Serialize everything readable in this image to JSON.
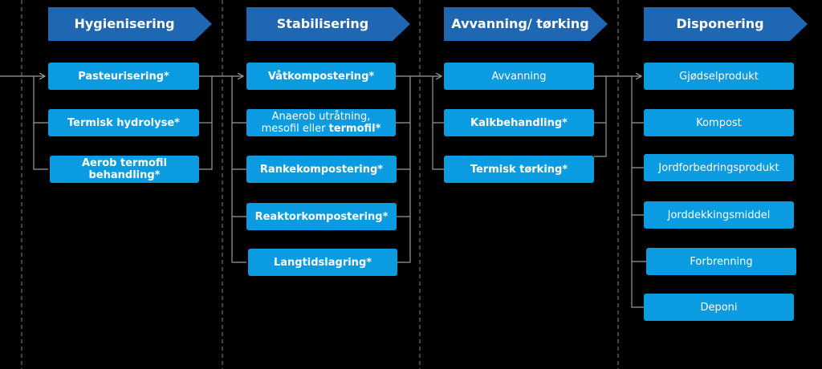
{
  "colors": {
    "background": "#000000",
    "header": "#1f66b3",
    "box": "#0b9be0",
    "text": "#ffffff",
    "connector": "#9a9a9a",
    "divider": "#8a8a8a"
  },
  "columns": [
    {
      "header": "Hygienisering",
      "items": [
        {
          "label": "Pasteurisering*",
          "bold": true
        },
        {
          "label": "Termisk hydrolyse*",
          "bold": true
        },
        {
          "label_line1": "Aerob termofil",
          "label_line2": "behandling*",
          "bold": true
        }
      ]
    },
    {
      "header": "Stabilisering",
      "items": [
        {
          "label": "Våtkompostering*",
          "bold": true
        },
        {
          "label_line1": "Anaerob utråtning,",
          "label_line2_normal": "mesofil eller ",
          "label_line2_bold": "termofil*",
          "bold": false
        },
        {
          "label": "Rankekompostering*",
          "bold": true
        },
        {
          "label": "Reaktorkompostering*",
          "bold": true
        },
        {
          "label": "Langtidslagring*",
          "bold": true
        }
      ]
    },
    {
      "header_line1": "Avvanning/",
      "header_line2": "tørking",
      "items": [
        {
          "label": "Avvanning",
          "bold": false
        },
        {
          "label": "Kalkbehandling*",
          "bold": true
        },
        {
          "label": "Termisk tørking*",
          "bold": true
        }
      ]
    },
    {
      "header": "Disponering",
      "items": [
        {
          "label": "Gjødselprodukt",
          "bold": false
        },
        {
          "label": "Kompost",
          "bold": false
        },
        {
          "label": "Jordforbedringsprodukt",
          "bold": false
        },
        {
          "label": "Jorddekkingsmiddel",
          "bold": false
        },
        {
          "label": "Forbrenning",
          "bold": false
        },
        {
          "label": "Deponi",
          "bold": false
        }
      ]
    }
  ]
}
